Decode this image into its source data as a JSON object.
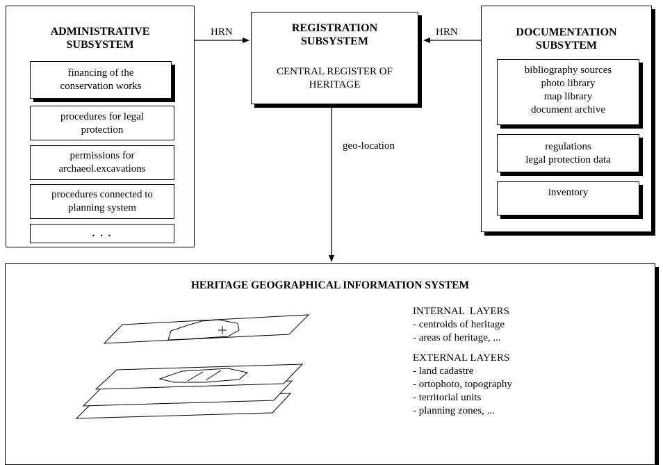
{
  "admin": {
    "title_line1": "ADMINISTRATIVE",
    "title_line2": "SUBSYSTEM",
    "items": [
      {
        "line1": "financing of the",
        "line2": "conservation works"
      },
      {
        "line1": "procedures for legal",
        "line2": "protection"
      },
      {
        "line1": "permissions for",
        "line2": "archaeol.excavations"
      },
      {
        "line1": "procedures connected to",
        "line2": "planning system"
      },
      {
        "line1": ". . .",
        "line2": ""
      }
    ]
  },
  "registration": {
    "title_line1": "REGISTRATION",
    "title_line2": "SUBSYSTEM",
    "sub_line1": "CENTRAL REGISTER  OF",
    "sub_line2": "HERITAGE"
  },
  "documentation": {
    "title_line1": "DOCUMENTATION",
    "title_line2": "SUBSYTEM",
    "box1": [
      "bibliography  sources",
      "photo library",
      "map library",
      "document archive"
    ],
    "box2": [
      "regulations",
      "legal protection data"
    ],
    "box3": [
      "inventory"
    ]
  },
  "connectors": {
    "hrn_left": "HRN",
    "hrn_right": "HRN",
    "geo": "geo-location"
  },
  "gis": {
    "title": "HERITAGE GEOGRAPHICAL INFORMATION SYSTEM",
    "internal_heading": "INTERNAL  LAYERS",
    "internal_items": [
      "- centroids of heritage",
      "- areas of heritage, ..."
    ],
    "external_heading": "EXTERNAL LAYERS",
    "external_items": [
      "- land cadastre",
      "- ortophoto, topography",
      "- territorial units",
      "- planning zones, ..."
    ]
  }
}
